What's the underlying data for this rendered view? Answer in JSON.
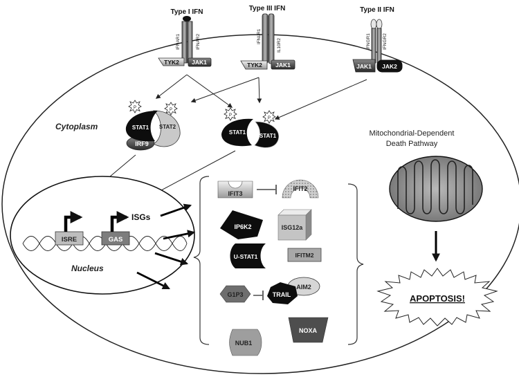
{
  "receptors": {
    "type1": {
      "title": "Type I IFN",
      "chain1": "IFNAR1",
      "chain2": "IFNAR2",
      "kinase1": "TYK2",
      "kinase2": "JAK1"
    },
    "type3": {
      "title": "Type III IFN",
      "chain1": "IFNLR1",
      "chain2": "IL10R2",
      "kinase1": "TYK2",
      "kinase2": "JAK1"
    },
    "type2": {
      "title": "Type II IFN",
      "chain1": "IFNGR1",
      "chain2": "IFNGR2",
      "kinase1": "JAK1",
      "kinase2": "JAK2"
    }
  },
  "cytoplasm": {
    "label": "Cytoplasm",
    "phospho": "P",
    "complex1": {
      "stat_a": "STAT1",
      "stat_b": "STAT2",
      "irf": "IRF9"
    },
    "complex2": {
      "stat_a": "STAT1",
      "stat_b": "STAT1"
    }
  },
  "nucleus": {
    "label": "Nucleus",
    "isre": "ISRE",
    "gas": "GAS",
    "isgs": "ISGs"
  },
  "isg_list": {
    "ifit3": "IFIT3",
    "ifit2": "IFIT2",
    "ip6k2": "IP6K2",
    "isg12a": "ISG12a",
    "ustat1": "U-STAT1",
    "ifitm2": "IFITM2",
    "aim2": "AIM2",
    "g1p3": "G1P3",
    "trail": "TRAIL",
    "nub1": "NUB1",
    "noxa": "NOXA"
  },
  "mitochondria": {
    "title_line1": "Mitochondrial-Dependent",
    "title_line2": "Death Pathway"
  },
  "outcome": "APOPTOSIS!"
}
